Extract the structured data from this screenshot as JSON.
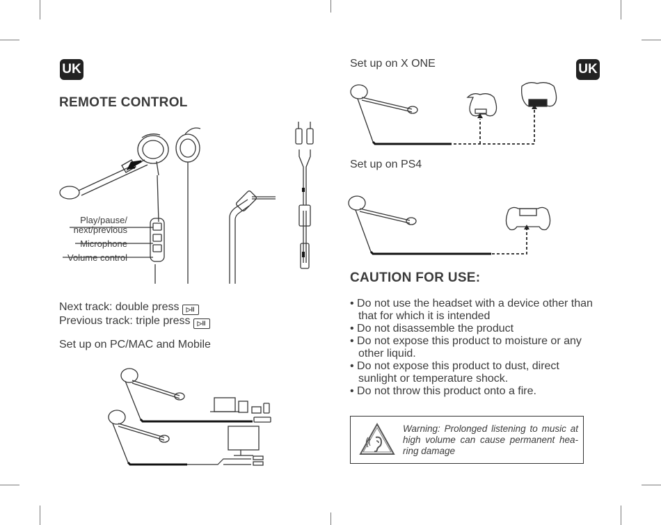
{
  "left": {
    "badge": "UK",
    "heading": "REMOTE CONTROL",
    "remote_labels": [
      "Play/pause/",
      "next/previous",
      "Microphone",
      "Volume control"
    ],
    "next_track": "Next track: double press",
    "previous_track": "Previous track: triple press",
    "play_icon": "play-pause-icon",
    "setup_pc": "Set up on PC/MAC and Mobile"
  },
  "right": {
    "badge": "UK",
    "setup_xone": "Set up on X ONE",
    "setup_ps4": "Set up on PS4",
    "caution_heading": "CAUTION FOR USE:",
    "caution_items": [
      [
        "• Do not use the headset with a device other than",
        "that for which it is intended"
      ],
      [
        "• Do not disassemble the product"
      ],
      [
        "• Do not expose this product to moisture or any",
        "other liquid."
      ],
      [
        "• Do not expose this product to dust, direct",
        "sunlight or temperature shock."
      ],
      [
        "• Do not throw this product onto a fire."
      ]
    ],
    "warning_text": "Warning: Prolonged listening to music at high volume can cause permanent hea-ring damage",
    "warning_icon": "hearing-warning-icon"
  }
}
